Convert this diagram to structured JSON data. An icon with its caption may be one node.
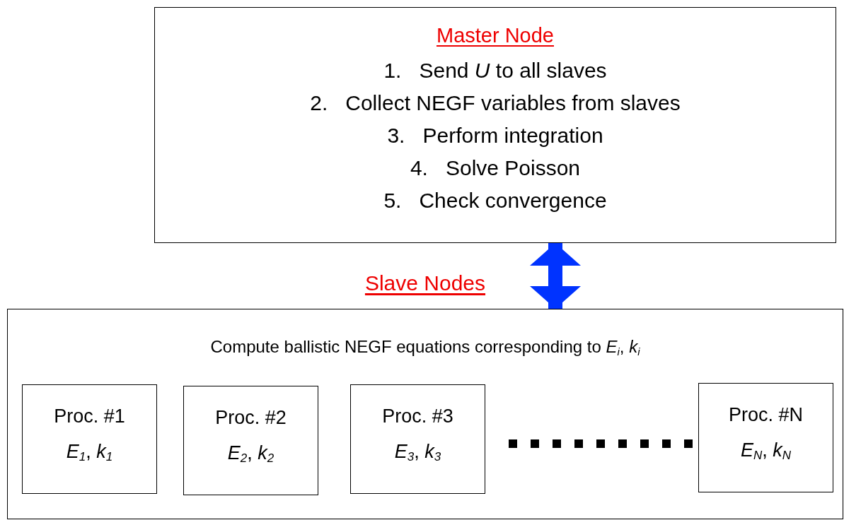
{
  "diagram": {
    "nodes": [
      {
        "text": [
          "Master Node",
          "1.   Send *U* to all slaves",
          "2.   Collect NEGF variables from slaves",
          "3.   Perform integration",
          "4.   Solve Poisson",
          "5.   Check convergence"
        ]
      },
      {
        "text": [
          "Slave Nodes",
          "Compute ballistic NEGF equations corresponding to *E*$_{i}$, *k*$_{i}$"
        ]
      },
      {
        "text": [
          "Proc. #1",
          "*E*$_{1}$, *k*$_{1}$"
        ],
        "in": 1
      },
      {
        "text": [
          "Proc. #2",
          "*E*$_{2}$, *k*$_{2}$"
        ],
        "in": 1
      },
      {
        "text": [
          "Proc. #3",
          "*E*$_{3}$, *k*$_{3}$"
        ],
        "in": 1
      },
      {
        "text": [
          "Proc. #N",
          "*E*$_{N}$, *k*$_{N}$"
        ],
        "in": 1
      }
    ],
    "edges": [
      {
        "from": 0,
        "to": 1,
        "arrow": "both",
        "color": "#0033ff"
      }
    ]
  }
}
